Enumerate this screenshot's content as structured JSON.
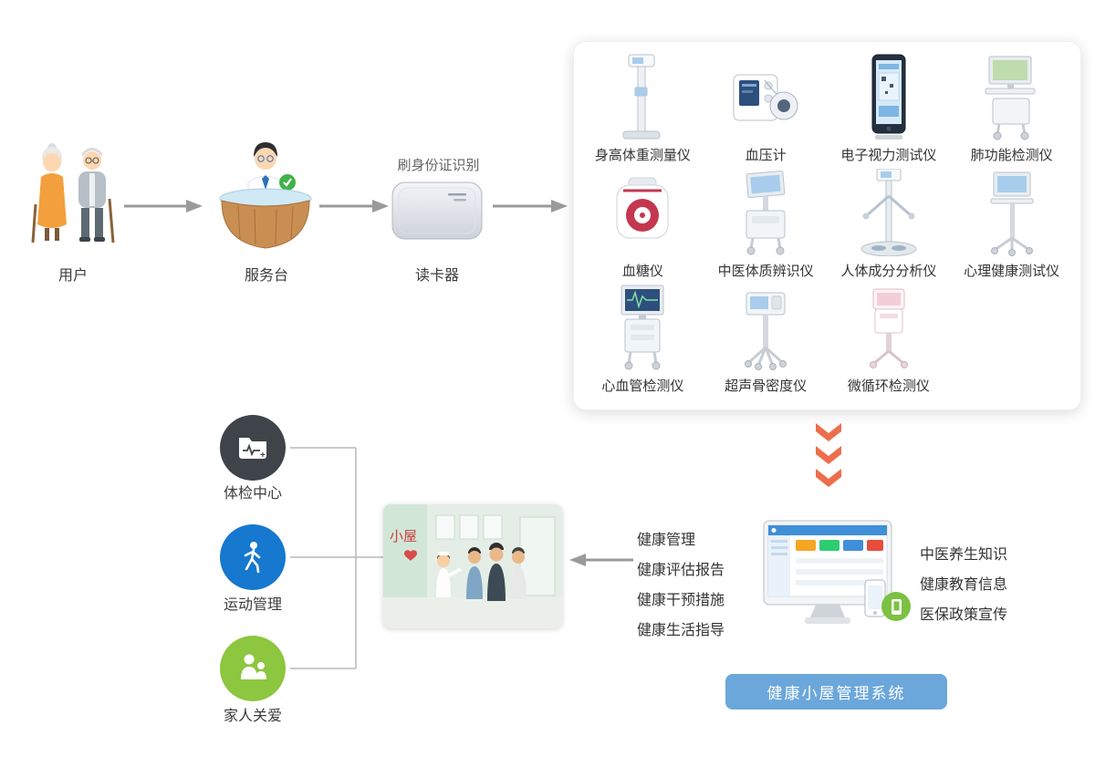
{
  "flow": {
    "user_label": "用户",
    "service_desk_label": "服务台",
    "swipe_label": "刷身份证识别",
    "card_reader_label": "读卡器"
  },
  "devices": [
    {
      "label": "身高体重测量仪"
    },
    {
      "label": "血压计"
    },
    {
      "label": "电子视力测试仪"
    },
    {
      "label": "肺功能检测仪"
    },
    {
      "label": "血糖仪"
    },
    {
      "label": "中医体质辨识仪"
    },
    {
      "label": "人体成分分析仪"
    },
    {
      "label": "心理健康测试仪"
    },
    {
      "label": "心血管检测仪"
    },
    {
      "label": "超声骨密度仪"
    },
    {
      "label": "微循环检测仪"
    }
  ],
  "outputs": {
    "left": [
      "健康管理",
      "健康评估报告",
      "健康干预措施",
      "健康生活指导"
    ],
    "right": [
      "中医养生知识",
      "健康教育信息",
      "医保政策宣传"
    ]
  },
  "system_button_label": "健康小屋管理系统",
  "categories": [
    {
      "label": "体检中心"
    },
    {
      "label": "运动管理"
    },
    {
      "label": "家人关爱"
    }
  ],
  "photo": {
    "wall_text": "小屋"
  },
  "colors": {
    "arrow": "#9a9a9a",
    "chevron": "#ed6e4c",
    "button": "#6ba7da",
    "cat0": "#3e4449",
    "cat1": "#1678ce",
    "cat2": "#8dc63f"
  }
}
